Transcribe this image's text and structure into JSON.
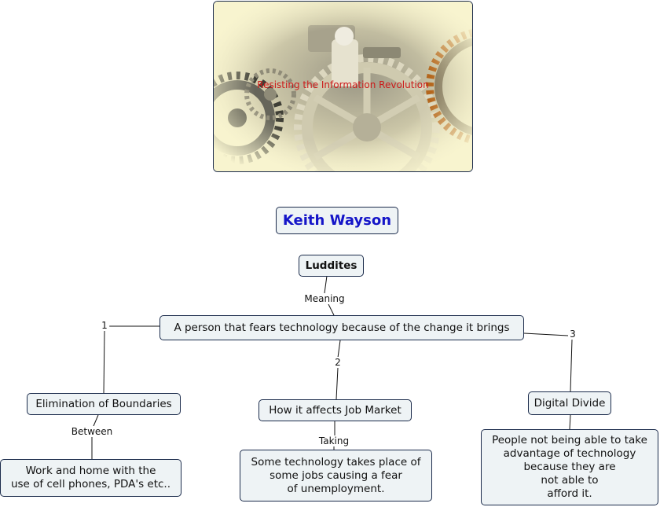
{
  "banner": {
    "caption": "Resisting the Information Revolution"
  },
  "concepts": {
    "author": "Keith Wayson",
    "luddites": "Luddites",
    "definition": "A person that fears technology because of the change it brings",
    "elimination_of_boundaries": "Elimination of Boundaries",
    "work_and_home": [
      "Work and home with the",
      "use of cell phones, PDA's etc.."
    ],
    "job_market": "How it affects Job Market",
    "job_loss": [
      "Some technology takes place of",
      "some jobs causing a fear",
      "of unemployment."
    ],
    "digital_divide": "Digital Divide",
    "cannot_afford": [
      "People not being able to take",
      "advantage of technology",
      "because they are",
      "not able to",
      "afford it."
    ]
  },
  "linking_phrases": {
    "meaning": "Meaning",
    "branch_1": "1",
    "branch_2": "2",
    "branch_3": "3",
    "between": "Between",
    "taking": "Taking"
  },
  "colors": {
    "node_fill": "#eef3f5",
    "node_border": "#1c2c4c",
    "author_text": "#1515c8",
    "caption_text": "#cc1a1a",
    "connector": "#111111"
  }
}
